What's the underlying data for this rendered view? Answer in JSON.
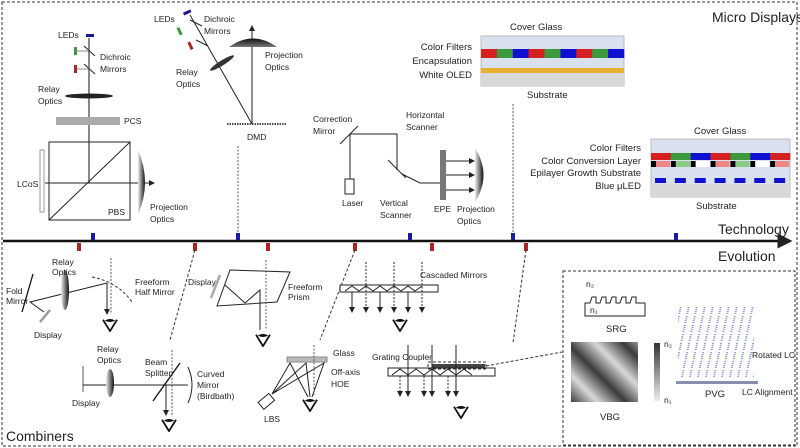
{
  "sections": {
    "micro_displays": "Micro Displays",
    "technology": "Technology",
    "evolution": "Evolution",
    "combiners": "Combiners"
  },
  "colors": {
    "tech_marker": "#1a1aa8",
    "combiner_marker": "#b22222",
    "red": "#d42020",
    "green": "#3c9a3c",
    "blue": "#1010d0",
    "oled": "#e8b030",
    "glass": "#d9e0ee",
    "substrate": "#d8d8d8"
  },
  "lcos": {
    "leds": "LEDs",
    "dichroic": [
      "Dichroic",
      "Mirrors"
    ],
    "relay": [
      "Relay",
      "Optics"
    ],
    "pcs": "PCS",
    "lcos": "LCoS",
    "pbs": "PBS",
    "projection": [
      "Projection",
      "Optics"
    ]
  },
  "dmd": {
    "leds": "LEDs",
    "dichroic": [
      "Dichroic",
      "Mirrors"
    ],
    "relay": [
      "Relay",
      "Optics"
    ],
    "projection": [
      "Projection",
      "Optics"
    ],
    "dmd": "DMD"
  },
  "lbs": {
    "correction": [
      "Correction",
      "Mirror"
    ],
    "horizontal": [
      "Horizontal",
      "Scanner"
    ],
    "laser": "Laser",
    "vertical": [
      "Vertical",
      "Scanner"
    ],
    "epe": "EPE",
    "projection": [
      "Projection",
      "Optics"
    ]
  },
  "oled": {
    "cover": "Cover Glass",
    "filters": "Color Filters",
    "encap": "Encapsulation",
    "white": "White OLED",
    "substrate": "Substrate"
  },
  "microled": {
    "cover": "Cover Glass",
    "filters": "Color Filters",
    "conversion": "Color Conversion Layer",
    "epi": "Epilayer Growth Substrate",
    "blue": "Blue μLED",
    "substrate": "Substrate"
  },
  "combiners": {
    "halfmirror": {
      "fold": [
        "Fold",
        "Mirror"
      ],
      "relay": [
        "Relay",
        "Optics"
      ],
      "display": "Display",
      "mirror": [
        "Freeform",
        "Half Mirror"
      ]
    },
    "prism": {
      "display": "Display",
      "prism": [
        "Freeform",
        "Prism"
      ]
    },
    "cascaded": {
      "label": "Cascaded Mirrors"
    },
    "birdbath": {
      "relay": [
        "Relay",
        "Optics"
      ],
      "display": "Display",
      "splitter": [
        "Beam",
        "Splitter"
      ],
      "mirror": [
        "Curved",
        "Mirror",
        "(Birdbath)"
      ]
    },
    "hoe": {
      "glass": "Glass",
      "hoe": [
        "Off-axis",
        "HOE"
      ],
      "lbs": "LBS"
    },
    "grating": {
      "label": "Grating Coupler"
    }
  },
  "gratings": {
    "srg": "SRG",
    "vbg": "VBG",
    "pvg": "PVG",
    "n2": "n₂",
    "n1": "n₁",
    "rotated": "Rotated LC",
    "alignment": "LC Alignment"
  }
}
